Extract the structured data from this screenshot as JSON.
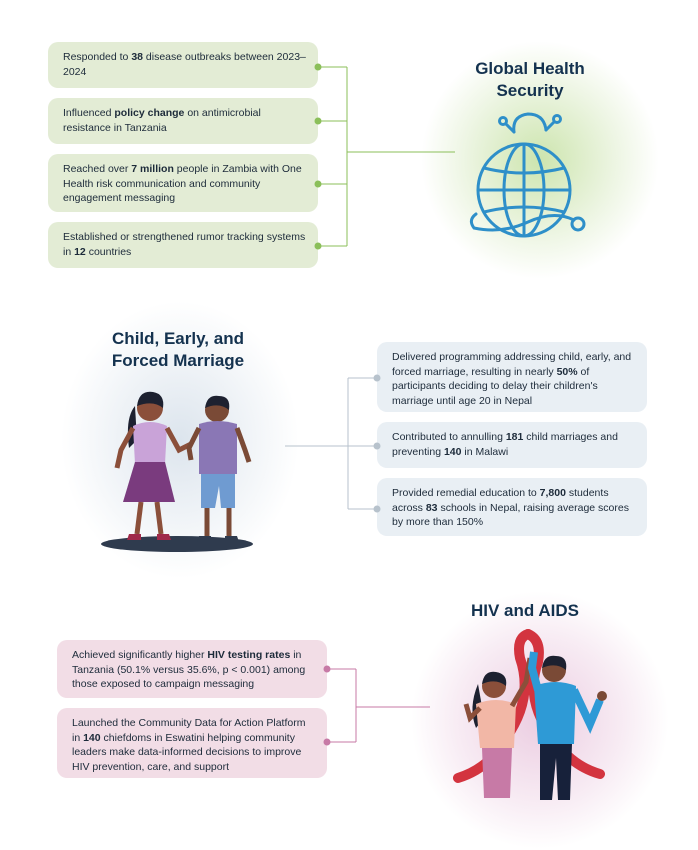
{
  "sections": {
    "global_health": {
      "title_line1": "Global Health",
      "title_line2": "Security",
      "color": "#8bbf5a",
      "items": [
        {
          "pre": "Responded to ",
          "bold": "38",
          "post": " disease outbreaks between 2023–2024"
        },
        {
          "pre": "Influenced ",
          "bold": "policy change",
          "post": " on antimicrobial resistance in Tanzania"
        },
        {
          "pre": "Reached over ",
          "bold": "7 million",
          "post": " people in Zambia with One Health risk communication and community engagement messaging"
        },
        {
          "pre": "Established or strengthened rumor tracking systems in ",
          "bold": "12",
          "post": " countries"
        }
      ],
      "icon": "globe-stethoscope-icon"
    },
    "child_marriage": {
      "title_line1": "Child, Early, and",
      "title_line2": "Forced Marriage",
      "color": "#b7c2cc",
      "items": [
        {
          "pre": "Delivered programming addressing child, early, and forced marriage, resulting in nearly ",
          "bold": "50%",
          "post": " of participants deciding to delay their children's marriage until age 20 in Nepal"
        },
        {
          "pre": "Contributed to annulling ",
          "bold": "181",
          "post": " child marriages and preventing ",
          "bold2": "140",
          "post2": " in Malawi"
        },
        {
          "pre": "Provided remedial education to ",
          "bold": "7,800",
          "post": " students across ",
          "bold2": "83",
          "post2": " schools in Nepal, raising average scores by more than 150%"
        }
      ],
      "illustration": "children-illustration"
    },
    "hiv_aids": {
      "title": "HIV and AIDS",
      "color": "#c77aa6",
      "items": [
        {
          "pre": "Achieved significantly higher ",
          "bold": "HIV testing rates",
          "post": " in Tanzania (50.1% versus 35.6%, p < 0.001) among those exposed to campaign messaging"
        },
        {
          "pre": "Launched the Community Data for Action Platform in ",
          "bold": "140",
          "post": " chiefdoms in Eswatini helping community leaders make data-informed decisions to improve HIV prevention, care, and support"
        }
      ],
      "illustration": "ribbon-people-illustration"
    }
  }
}
